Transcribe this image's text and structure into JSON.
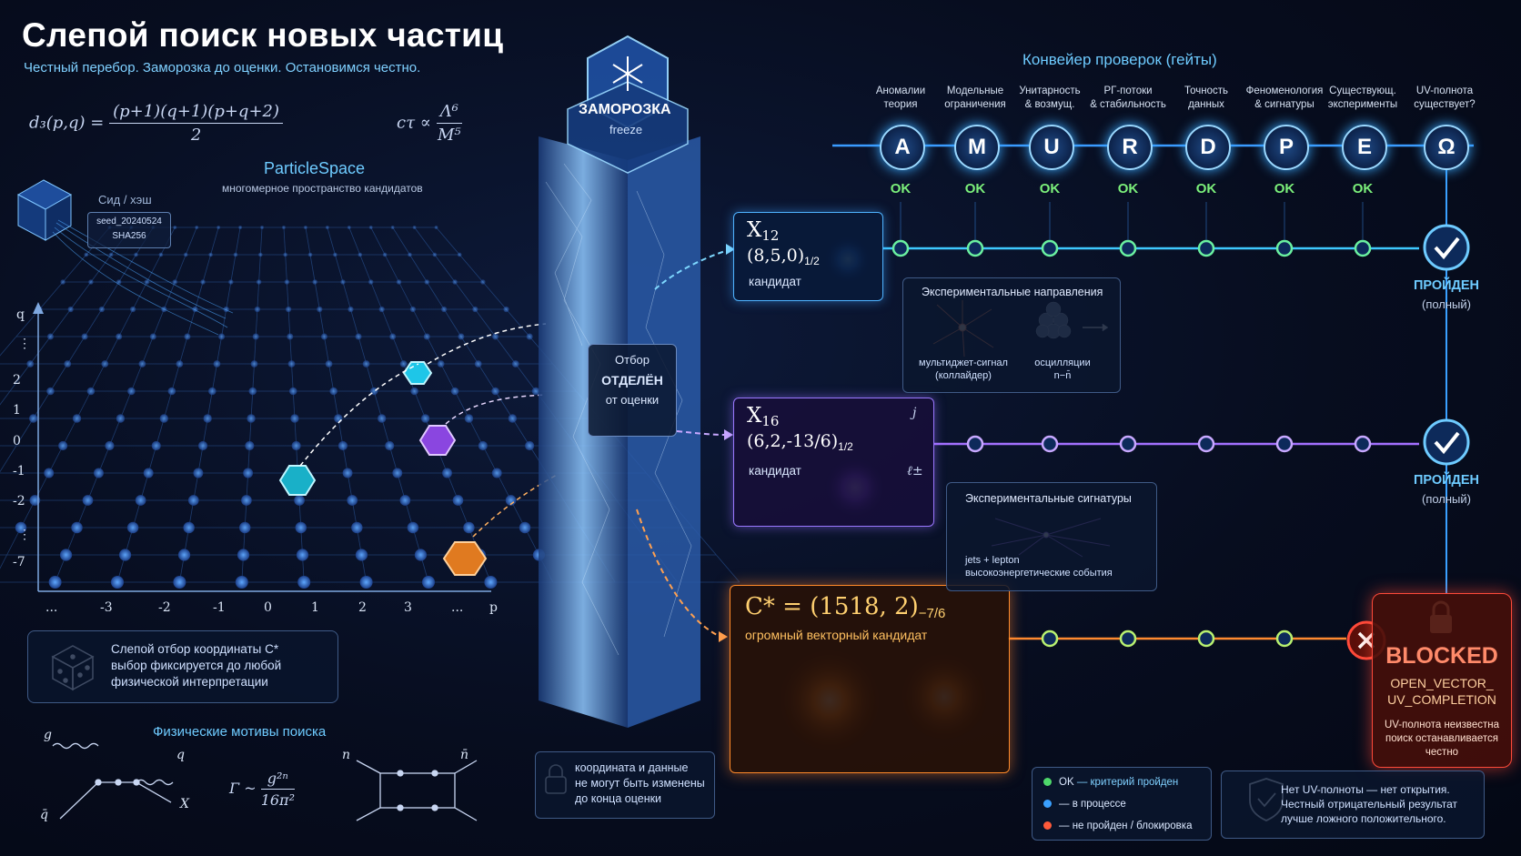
{
  "header": {
    "title": "Слепой поиск новых частиц",
    "subtitle": "Честный перебор. Заморозка до оценки. Остановимся честно."
  },
  "formulas": {
    "d3_lhs": "d₃(p,q) =",
    "d3_num": "(p+1)(q+1)(p+q+2)",
    "d3_den": "2",
    "ctau_lhs": "cτ ∝",
    "ctau_num": "Λ⁶",
    "ctau_den": "M⁵",
    "gamma_lhs": "Γ ~",
    "gamma_num": "g²ⁿ",
    "gamma_den": "16π²"
  },
  "particle_space": {
    "title": "ParticleSpace",
    "subtitle": "многомерное пространство кандидатов",
    "seed_label": "Сид / хэш",
    "seed_value": "seed_20240524",
    "seed_hash": "SHA256",
    "axis_q": "q",
    "axis_p": "p",
    "y_ticks": [
      "2",
      "1",
      "0",
      "-1",
      "-2",
      "-7"
    ],
    "x_ticks": [
      "...",
      "-3",
      "-2",
      "-1",
      "0",
      "1",
      "2",
      "3",
      "..."
    ],
    "y_dots": "⋮"
  },
  "blind_selection": {
    "line1": "Слепой отбор координаты C*",
    "line2": "выбор фиксируется до любой",
    "line3": "физической интерпретации",
    "icon": "dice-icon"
  },
  "motives": {
    "title": "Физические мотивы поиска",
    "g": "g",
    "q": "q",
    "qbar": "q̄",
    "X": "X",
    "n": "n",
    "nbar": "n̄"
  },
  "freeze": {
    "title": "ЗАМОРОЗКА",
    "subtitle": "freeze",
    "selection_line1": "Отбор",
    "selection_line2": "ОТДЕЛЁН",
    "selection_line3": "от оценки",
    "lock_line1": "координата и данные",
    "lock_line2": "не могут быть изменены",
    "lock_line3": "до конца оценки"
  },
  "pipeline": {
    "title": "Конвейер проверок (гейты)",
    "gates": [
      {
        "letter": "A",
        "line1": "Аномалии",
        "line2": "теория",
        "status": "OK"
      },
      {
        "letter": "M",
        "line1": "Модельные",
        "line2": "ограничения",
        "status": "OK"
      },
      {
        "letter": "U",
        "line1": "Унитарность",
        "line2": "& возмущ.",
        "status": "OK"
      },
      {
        "letter": "R",
        "line1": "РГ-потоки",
        "line2": "& стабильность",
        "status": "OK"
      },
      {
        "letter": "D",
        "line1": "Точность",
        "line2": "данных",
        "status": "OK"
      },
      {
        "letter": "P",
        "line1": "Феноменология",
        "line2": "& сигнатуры",
        "status": "OK"
      },
      {
        "letter": "E",
        "line1": "Существующ.",
        "line2": "эксперименты",
        "status": "OK"
      },
      {
        "letter": "Ω",
        "line1": "UV-полнота",
        "line2": "существует?",
        "status": ""
      }
    ]
  },
  "candidates": {
    "x12": {
      "name": "X",
      "sub": "12",
      "rep": "(8,5,0)",
      "rep_sub": "1/2",
      "label": "кандидат"
    },
    "x16": {
      "name": "X",
      "sub": "16",
      "rep": "(6,2,-13/6)",
      "rep_sub": "1/2",
      "label": "кандидат",
      "j": "j",
      "l": "ℓ±"
    },
    "cstar": {
      "name": "C* = (1518, 2)",
      "sub": "−7/6",
      "label": "огромный векторный кандидат"
    }
  },
  "experiments": {
    "dir_title": "Экспериментальные направления",
    "multijet_line1": "мультиджет-сигнал",
    "multijet_line2": "(коллайдер)",
    "osc_line1": "осцилляции",
    "osc_line2": "n−n̄",
    "sig_title": "Экспериментальные сигнатуры",
    "sig_line1": "jets + lepton",
    "sig_line2": "высокоэнергетические события"
  },
  "results": {
    "passed_label": "ПРОЙДЕН",
    "passed_sub": "(полный)",
    "blocked_title": "BLOCKED",
    "blocked_code1": "OPEN_VECTOR_",
    "blocked_code2": "UV_COMPLETION",
    "blocked_note1": "UV-полнота неизвестна",
    "blocked_note2": "поиск останавливается",
    "blocked_note3": "честно"
  },
  "legend": {
    "ok_label": "OK",
    "ok_text": "— критерий пройден",
    "progress_text": "— в процессе",
    "fail_text": "— не пройден / блокировка",
    "colors": {
      "ok": "#4ed86a",
      "progress": "#3aa0ff",
      "fail": "#ff5a3a"
    }
  },
  "conclusion": {
    "line1": "Нет UV-полноты — нет открытия.",
    "line2": "Честный отрицательный результат",
    "line3": "лучше ложного положительного."
  }
}
